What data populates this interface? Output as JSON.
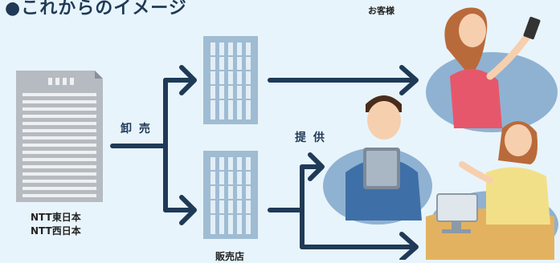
{
  "title": "●これからのイメージ",
  "nodes": {
    "ntt_east": "NTT東日本",
    "ntt_west": "NTT西日本",
    "retailer": "販売店",
    "customer": "お客様"
  },
  "edges": {
    "wholesale": "卸 売",
    "provide": "提 供"
  },
  "colors": {
    "background": "#e8f4fb",
    "arrow": "#1f3a57",
    "building": "#9fbcd3",
    "hq_building": "#a9aeb5",
    "oval": "#8fb2d2"
  }
}
